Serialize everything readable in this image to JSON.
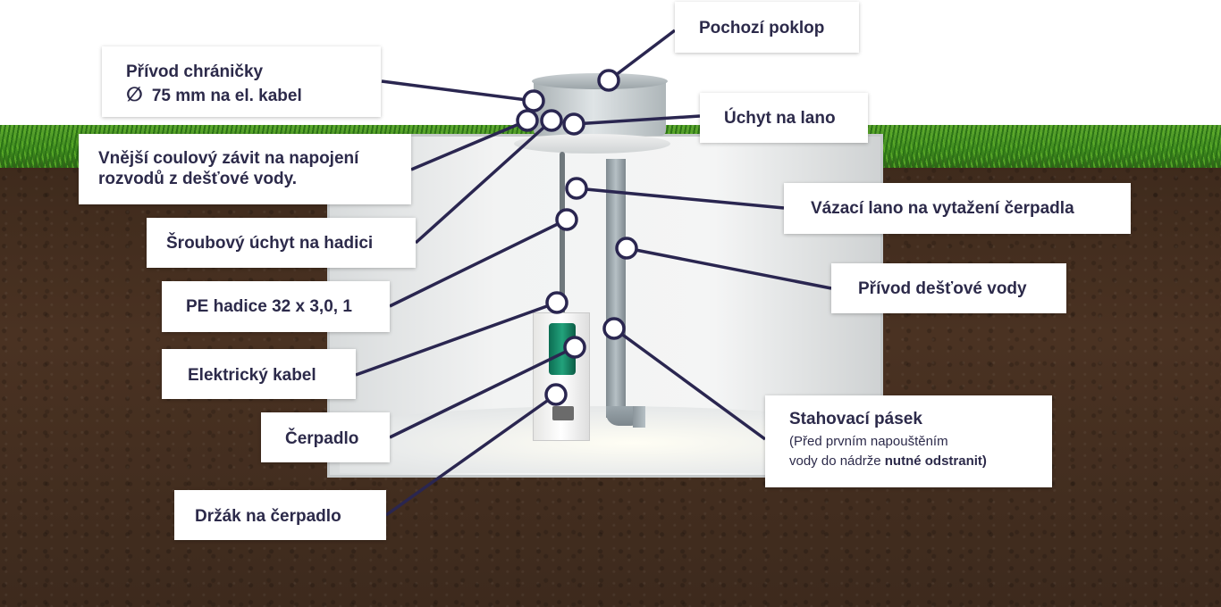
{
  "labels": {
    "pochozi_poklop": "Pochozí poklop",
    "privod_chranicky_line1": "Přívod chráničky",
    "privod_chranicky_symbol": "∅",
    "privod_chranicky_line2": "75 mm na  el. kabel",
    "uchyt_na_lano": "Úchyt na lano",
    "vnejsi_zavit_line1": "Vnější coulový závit na napojení",
    "vnejsi_zavit_line2": "rozvodů z dešťové vody.",
    "sroubovy_uchyt": "Šroubový úchyt na hadici",
    "vazaci_lano": "Vázací lano na vytažení čerpadla",
    "pe_hadice": "PE hadice 32 x 3,0, 1",
    "privod_destove_vody": "Přívod dešťové vody",
    "elektricky_kabel": "Elektrický kabel",
    "cerpadlo": "Čerpadlo",
    "stahovaci_pasek": "Stahovací pásek",
    "stahovaci_note_line1": "(Před prvním napouštěním",
    "stahovaci_note_line2_prefix": "vody do nádrže ",
    "stahovaci_note_line2_bold": "nutné odstranit)",
    "drzak_na_cerpadlo": "Držák na čerpadlo"
  },
  "colors": {
    "line": "#2a2650",
    "text": "#2c2a4a",
    "callout_bg": "#ffffff"
  }
}
